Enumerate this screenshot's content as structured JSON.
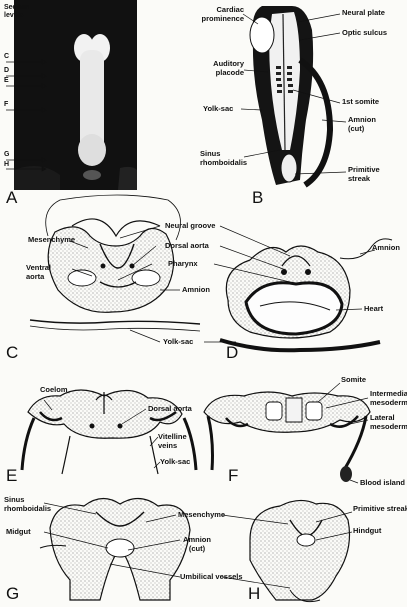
{
  "panels": {
    "A": {
      "letter": "A",
      "section_levels_title": "Section levels",
      "levels": [
        "C",
        "D",
        "E",
        "F",
        "G",
        "H"
      ]
    },
    "B": {
      "letter": "B",
      "labels": {
        "cardiac_prominence": "Cardiac prominence",
        "neural_plate": "Neural plate",
        "optic_sulcus": "Optic sulcus",
        "auditory_placode": "Auditory placode",
        "first_somite": "1st somite",
        "yolk_sac": "Yolk-sac",
        "amnion_cut": "Amnion (cut)",
        "sinus_rhomboidalis": "Sinus rhomboidalis",
        "primitive_streak": "Primitive streak"
      }
    },
    "C": {
      "letter": "C",
      "labels": {
        "mesenchyme": "Mesenchyme",
        "ventral_aorta": "Ventral aorta",
        "amnion": "Amnion"
      }
    },
    "CD_shared": {
      "neural_groove": "Neural groove",
      "dorsal_aorta": "Dorsal aorta",
      "pharynx": "Pharynx",
      "yolk_sac": "Yolk-sac"
    },
    "D": {
      "letter": "D",
      "labels": {
        "amnion": "Amnion",
        "heart": "Heart"
      }
    },
    "E": {
      "letter": "E",
      "labels": {
        "coelom": "Coelom",
        "dorsal_aorta": "Dorsal aorta",
        "vitelline_veins": "Vitelline veins",
        "yolk_sac": "Yolk-sac"
      }
    },
    "F": {
      "letter": "F",
      "labels": {
        "somite": "Somite",
        "intermediate_mesoderm": "Intermediate mesoderm",
        "lateral_mesoderm": "Lateral mesoderm",
        "blood_island": "Blood island"
      }
    },
    "G": {
      "letter": "G",
      "labels": {
        "sinus_rhomboidalis": "Sinus rhomboidalis",
        "midgut": "Midgut"
      }
    },
    "GH_shared": {
      "mesenchyme": "Mesenchyme",
      "amnion_cut": "Amnion (cut)",
      "umbilical_vessels": "Umbilical vessels"
    },
    "H": {
      "letter": "H",
      "labels": {
        "primitive_streak": "Primitive streak",
        "hindgut": "Hindgut"
      }
    }
  }
}
